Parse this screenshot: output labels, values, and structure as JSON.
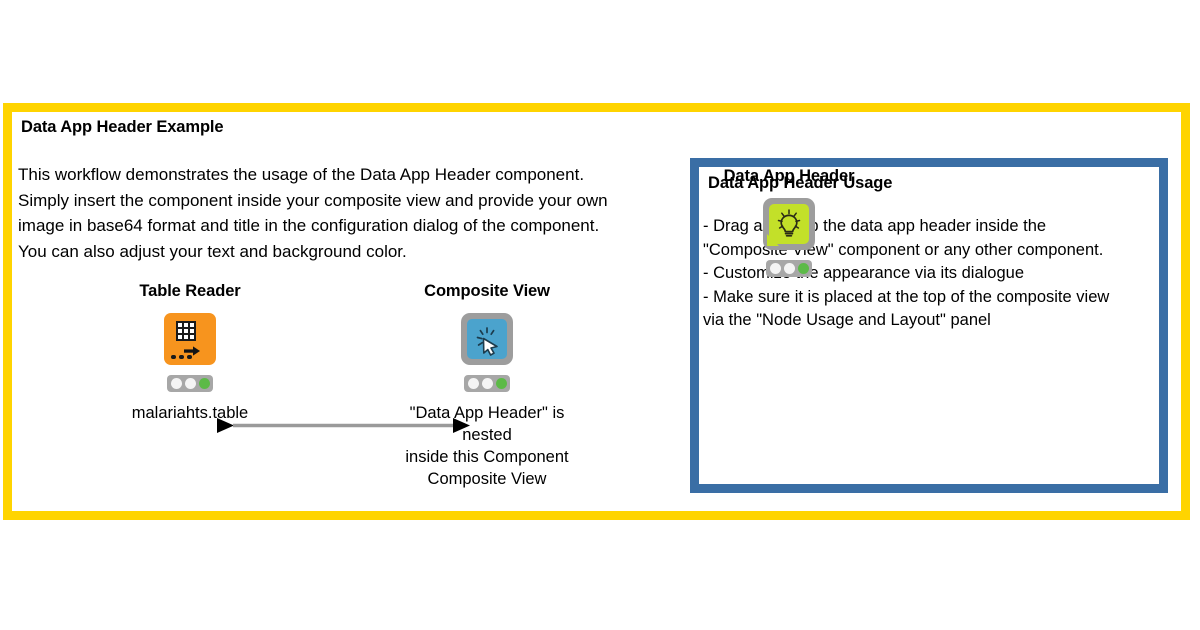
{
  "colors": {
    "frame_yellow": "#ffd400",
    "frame_blue": "#3a6ea5",
    "node_orange": "#f7941e",
    "node_blue": "#4ba3cd",
    "node_green": "#c3e029",
    "node_grey": "#9d9d9d",
    "led_green": "#5cba47",
    "connector_grey": "#9a9a9a"
  },
  "yellow_annotation": {
    "title": "Data App Header Example",
    "body": "This workflow demonstrates the usage of the Data App Header component.\nSimply insert the  component inside your composite view and provide your own\nimage in base64 format and title in the configuration dialog of the component.\nYou can also adjust your text and background color."
  },
  "workflow": {
    "nodes": [
      {
        "label": "Table Reader",
        "icon": "table-reader-icon",
        "caption": "malariahts.table",
        "status": [
          "idle",
          "idle",
          "executed"
        ]
      },
      {
        "label": "Composite View",
        "icon": "composite-view-icon",
        "caption": "\"Data App Header\" is nested\ninside this Component Composite View",
        "status": [
          "idle",
          "idle",
          "executed"
        ]
      }
    ],
    "connection": {
      "from": "Table Reader",
      "to": "Composite View"
    }
  },
  "blue_annotation": {
    "title": "Data App Header Usage",
    "body": " - Drag and drop the data app header inside the\n\"Composite View\" component or any other component.\n - Customize  the appearance via its dialogue\n - Make sure it is placed at the top of the composite view\n    via the \"Node Usage and Layout\" panel",
    "node": {
      "label": "Data App Header",
      "icon": "data-app-header-icon",
      "status": [
        "idle",
        "idle",
        "executed"
      ]
    }
  }
}
